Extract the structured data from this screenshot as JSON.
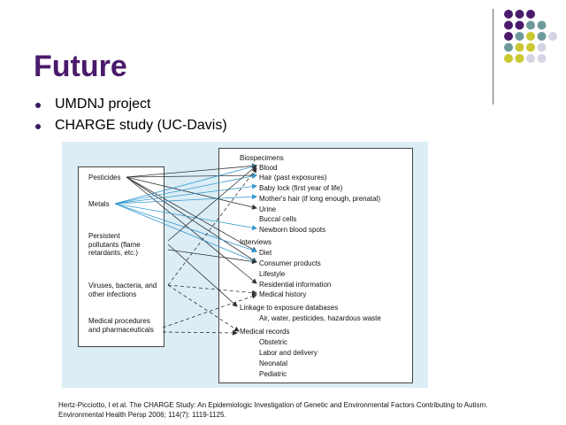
{
  "slide": {
    "title": "Future",
    "bullets": [
      "UMDNJ project",
      "CHARGE study (UC-Davis)"
    ]
  },
  "colors": {
    "title": "#4a1a6b",
    "purple": "#4a1a6b",
    "teal": "#6f9a9c",
    "yellow": "#c8c830",
    "lavender": "#d4d4e4",
    "figure_bg": "#dcedf6",
    "arrow_dark": "#333333",
    "arrow_blue": "#3399cc"
  },
  "decoration": {
    "dot_grid": [
      [
        "purple",
        "purple",
        "purple",
        "none",
        "none"
      ],
      [
        "purple",
        "purple",
        "teal",
        "teal",
        "none"
      ],
      [
        "purple",
        "teal",
        "yellow",
        "teal",
        "lavender"
      ],
      [
        "teal",
        "yellow",
        "yellow",
        "lavender",
        "none"
      ],
      [
        "yellow",
        "yellow",
        "lavender",
        "lavender",
        "none"
      ]
    ]
  },
  "figure": {
    "exposures": {
      "pesticides": "Pesticides",
      "metals": "Metals",
      "persistent_1": "Persistent",
      "persistent_2": "pollutants (flame",
      "persistent_3": "retardants, etc.)",
      "viruses_1": "Viruses, bacteria, and",
      "viruses_2": "other infections",
      "medical_1": "Medical procedures",
      "medical_2": "and pharmaceuticals"
    },
    "sources": {
      "biospecimens": {
        "header": "Biospecimens",
        "items": [
          "Blood",
          "Hair (past exposures)",
          "Baby lock (first year of life)",
          "Mother's hair (if long enough, prenatal)",
          "Urine",
          "Buccal cells",
          "Newborn blood spots"
        ]
      },
      "interviews": {
        "header": "Interviews",
        "items": [
          "Diet",
          "Consumer products",
          "Lifestyle",
          "Residential information",
          "Medical history"
        ]
      },
      "linkage": {
        "header": "Linkage to exposure databases",
        "items": [
          "Air, water, pesticides, hazardous waste"
        ]
      },
      "medical_records": {
        "header": "Medical records",
        "items": [
          "Obstetric",
          "Labor and delivery",
          "Neonatal",
          "Pediatric"
        ]
      }
    }
  },
  "citation": {
    "line1": "Hertz-Picciotto, I et al.  The CHARGE Study: An Epidemiologic Investigation of Genetic and Environmental Factors Contributing to Autism.",
    "line2": "Environmental Health Persp 2006; 114(7): 1119-1125."
  }
}
